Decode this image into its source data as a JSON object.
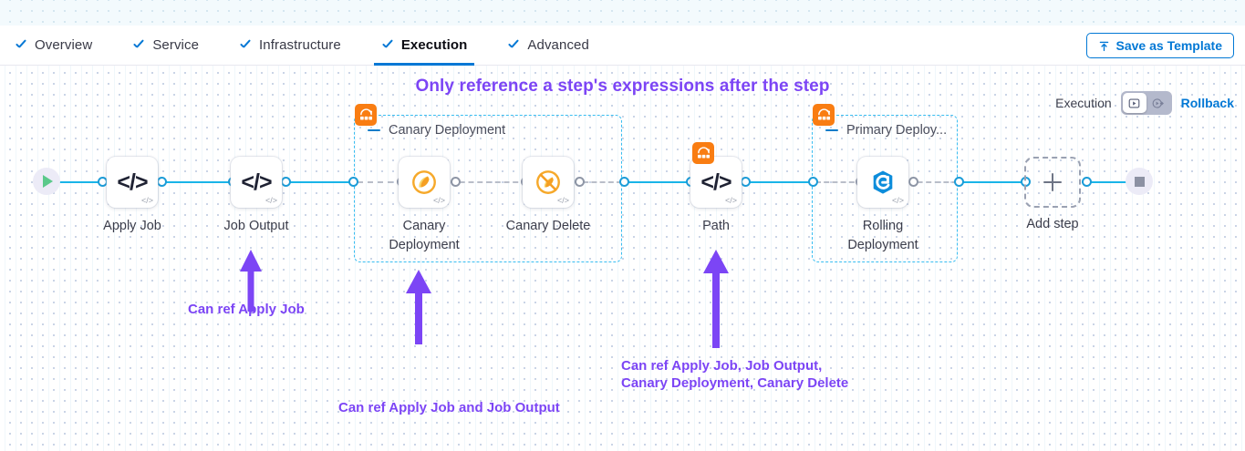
{
  "tabs": [
    {
      "label": "Overview",
      "active": false
    },
    {
      "label": "Service",
      "active": false
    },
    {
      "label": "Infrastructure",
      "active": false
    },
    {
      "label": "Execution",
      "active": true
    },
    {
      "label": "Advanced",
      "active": false
    }
  ],
  "header": {
    "save_template_label": "Save as Template",
    "save_template_icon": "upload-icon"
  },
  "canvas": {
    "headline": "Only reference a step's expressions after the step"
  },
  "execution_control": {
    "label": "Execution",
    "toggle": {
      "left_icon": "execution-view-icon",
      "right_icon": "rollback-view-icon",
      "selected": "left"
    },
    "rollback_label": "Rollback"
  },
  "pipeline": {
    "start_node": {
      "name": "start-node",
      "icon": "play-icon"
    },
    "end_node": {
      "name": "end-node",
      "icon": "stop-icon"
    },
    "steps": [
      {
        "id": "apply-job",
        "label": "Apply Job",
        "icon": "code-icon",
        "badge": "</>"
      },
      {
        "id": "job-output",
        "label": "Job Output",
        "icon": "code-icon",
        "badge": "</>"
      },
      {
        "id": "canary-deployment",
        "label": "Canary\nDeployment",
        "icon": "canary-icon",
        "badge": "</>"
      },
      {
        "id": "canary-delete",
        "label": "Canary Delete",
        "icon": "canary-delete-icon",
        "badge": "</>"
      },
      {
        "id": "path",
        "label": "Path",
        "icon": "code-icon",
        "badge": "</>"
      },
      {
        "id": "rolling-deployment",
        "label": "Rolling\nDeployment",
        "icon": "rolling-deployment-icon",
        "badge": "</>"
      }
    ],
    "groups": [
      {
        "id": "canary-deployment-group",
        "title": "Canary Deployment",
        "badge_icon": "step-group-icon"
      },
      {
        "id": "primary-deployment-group",
        "title": "Primary Deploy...",
        "badge_icon": "step-group-icon"
      }
    ],
    "add_step": {
      "label": "Add step",
      "icon": "plus-icon"
    }
  },
  "annotations": [
    {
      "id": "anno-apply-job",
      "text": "Can ref Apply Job"
    },
    {
      "id": "anno-canary-deployment",
      "text": "Can ref Apply Job and Job Output"
    },
    {
      "id": "anno-path",
      "text": "Can ref Apply Job, Job Output,\nCanary Deployment, Canary Delete"
    }
  ],
  "colors": {
    "accent_blue": "#0278d5",
    "edge_blue": "#19b4e8",
    "annotation_purple": "#7c45f5",
    "group_border": "#38bdf1",
    "badge_orange": "#f97d12"
  }
}
